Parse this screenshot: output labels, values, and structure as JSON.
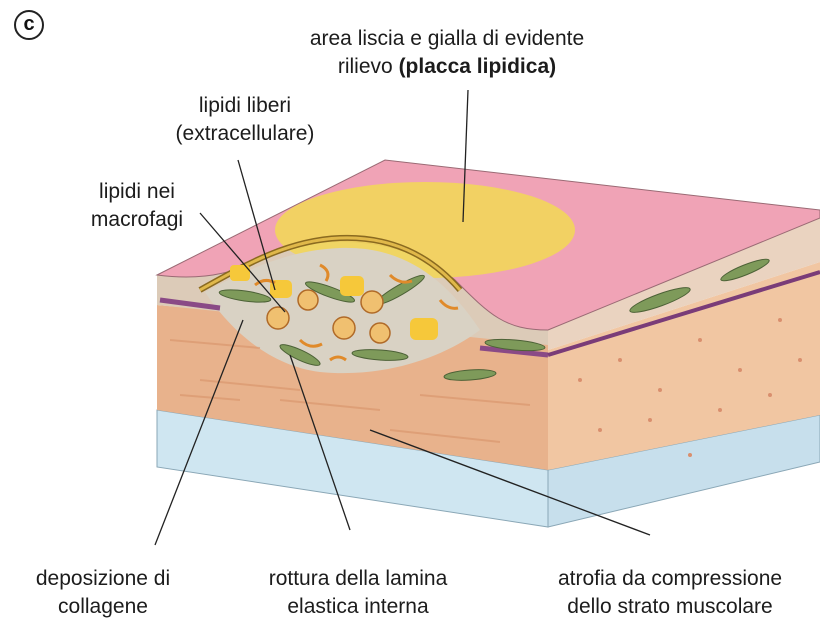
{
  "panel_letter": "c",
  "labels": {
    "plaque_line1": "area liscia e gialla di evidente",
    "plaque_line2_prefix": "rilievo",
    "plaque_line2_bold": "(placca lipidica)",
    "free_lipids_line1": "lipidi liberi",
    "free_lipids_line2": "(extracellulare)",
    "macrophage_lipids_line1": "lipidi nei",
    "macrophage_lipids_line2": "macrofagi",
    "collagen_line1": "deposizione di",
    "collagen_line2": "collagene",
    "lamina_line1": "rottura della lamina",
    "lamina_line2": "elastica interna",
    "atrophy_line1": "atrofia da compressione",
    "atrophy_line2": "dello strato muscolare"
  },
  "colors": {
    "intima_top": "#f0a0b4",
    "plaque_yellow": "#f2d65a",
    "media": "#e9b691",
    "media_side": "#f2c9a6",
    "adventitia": "#c9e2ee",
    "elastic_lamina": "#8a4a86",
    "smooth_muscle": "#7e9a5a",
    "lipid_droplet": "#f6c83a",
    "foam_cell": "#e89a4c"
  }
}
